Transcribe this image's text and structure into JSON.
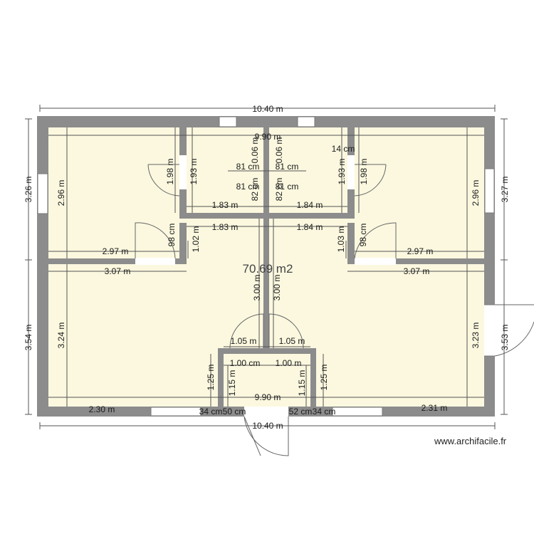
{
  "plan": {
    "total_area": "70.69 m2",
    "watermark": "www.archifacile.fr",
    "dimensions": {
      "overall_width_top": "10.40 m",
      "overall_width_bottom": "10.40 m",
      "inner_width_top": "9.90 m",
      "inner_width_bottom": "9.90 m",
      "left_height_upper": "3.26 m",
      "left_height_lower": "3.54 m",
      "right_height_upper": "3.27 m",
      "right_height_lower": "3.53 m",
      "room_tl_height": "2.96 m",
      "room_tr_height": "2.96 m",
      "room_tl_width": "2.97 m",
      "room_tr_width": "2.97 m",
      "room_bl_width": "3.07 m",
      "room_br_width": "3.07 m",
      "room_bl_height": "3.24 m",
      "room_br_height": "3.23 m",
      "closet_l_height": "1.98 m",
      "closet_r_height": "1.98 m",
      "mid_l_height": "1.93 m",
      "mid_r_height": "1.93 m",
      "gap_14": "14 cm",
      "small_06_l": "0.06 m",
      "small_06_r": "0.06 m",
      "cell_81_a": "81 cm",
      "cell_81_b": "81 cm",
      "cell_81_c": "81 cm",
      "cell_81_d": "81 cm",
      "cell_82_l": "82 cm",
      "cell_82_r": "82 cm",
      "hall_183_a": "1.83 m",
      "hall_184_a": "1.84 m",
      "hall_183_b": "1.83 m",
      "hall_184_b": "1.84 m",
      "door_98_l": "98 cm",
      "door_98_r": "98 cm",
      "wall_102": "1.02 m",
      "wall_103": "1.03 m",
      "corridor_l_height": "3.00 m",
      "corridor_r_height": "3.00 m",
      "bath_l_width": "1.05 m",
      "bath_r_width": "1.05 m",
      "bath_l_inner": "1.00 cm",
      "bath_r_inner": "1.00 m",
      "bath_l_h125": "1.25 m",
      "bath_r_h125": "1.25 m",
      "bath_l_h115": "1.15 m",
      "bath_r_h115": "1.15 m",
      "bottom_230": "2.30 m",
      "bottom_231": "2.31 m",
      "bottom_34_l": "34 cm",
      "bottom_50": "50 cm",
      "bottom_52": "52 cm",
      "bottom_34_r": "34 cm"
    },
    "colors": {
      "wall": "#8c8c8c",
      "room_fill": "#fbf8df",
      "line": "#555555"
    }
  }
}
